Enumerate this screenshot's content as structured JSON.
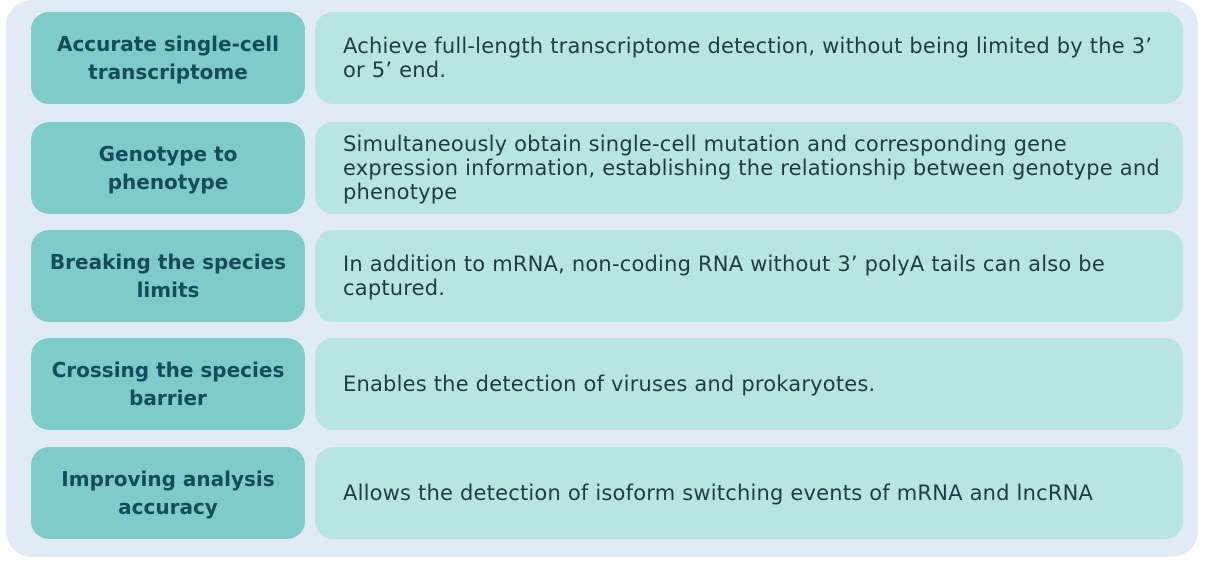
{
  "rows": [
    {
      "label": "Accurate single-cell transcriptome",
      "description": "Achieve full-length transcriptome detection, without being limited by the 3’ or 5’ end."
    },
    {
      "label": "Genotype to phenotype",
      "description": "Simultaneously obtain single-cell mutation and corresponding gene expression information, establishing the relationship between genotype and phenotype"
    },
    {
      "label": "Breaking the species limits",
      "description": "In addition to mRNA, non-coding RNA without 3’ polyA tails can also be captured."
    },
    {
      "label": "Crossing the species barrier",
      "description": "Enables the detection of viruses and prokaryotes."
    },
    {
      "label": "Improving analysis accuracy",
      "description": "Allows the detection of isoform switching events of mRNA and lncRNA"
    }
  ],
  "colors": {
    "panel_background": "#e1ebf5",
    "label_fill": "#7fcbc9",
    "label_text": "#134d5c",
    "description_fill": "#b8e4e2",
    "description_text": "#1f3b47"
  }
}
